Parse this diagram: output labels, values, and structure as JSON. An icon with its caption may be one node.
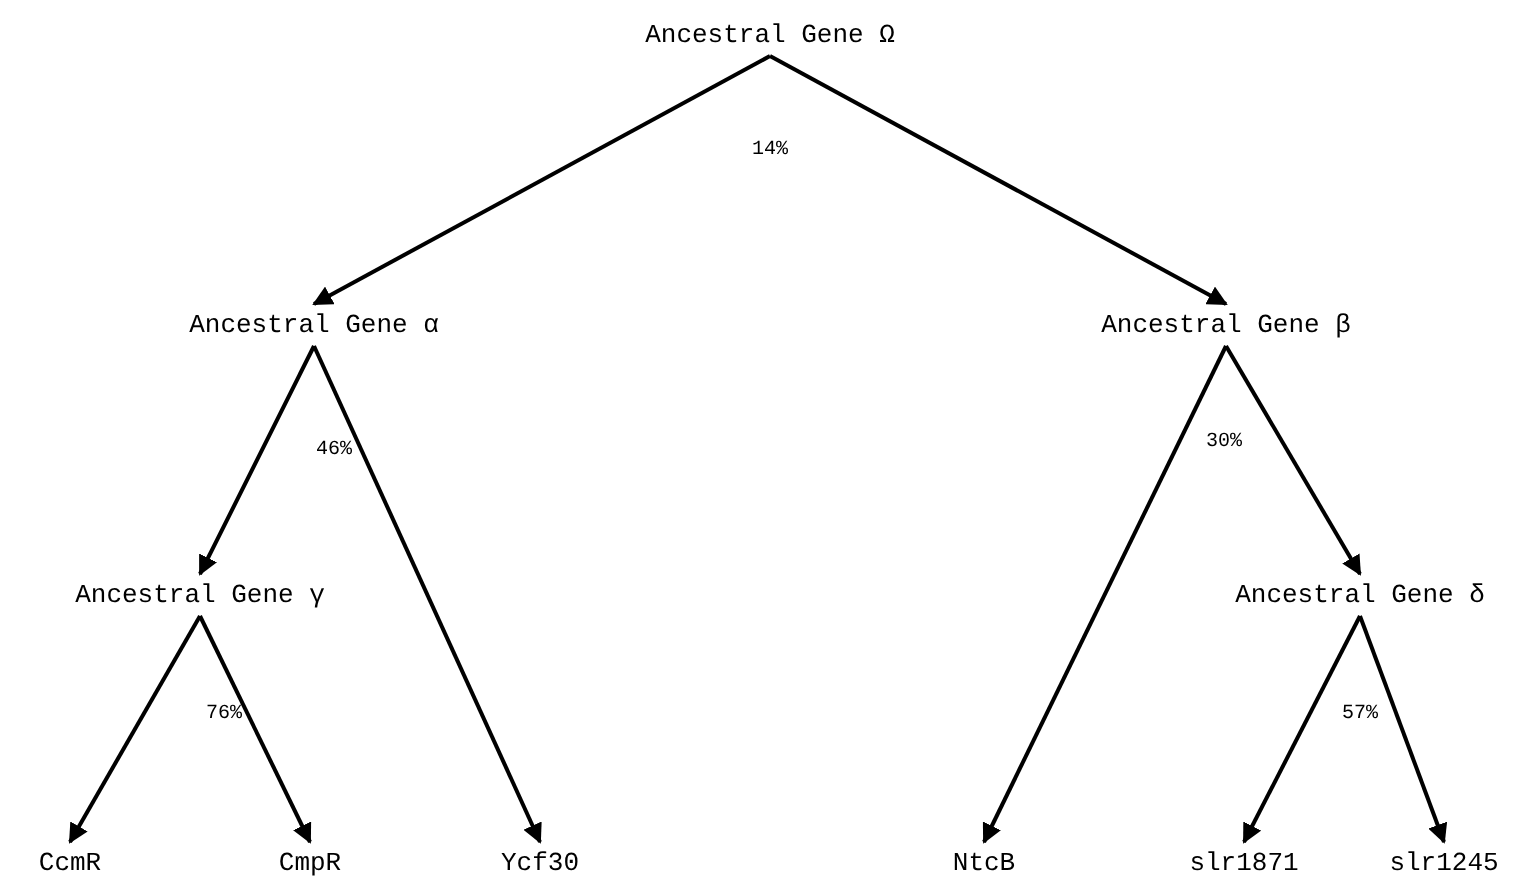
{
  "diagram": {
    "nodes": [
      {
        "text": [
          "Ancestral Gene Ω"
        ]
      },
      {
        "text": [
          "Ancestral Gene α"
        ]
      },
      {
        "text": [
          "Ancestral Gene β"
        ]
      },
      {
        "text": [
          "Ancestral Gene γ"
        ]
      },
      {
        "text": [
          "Ancestral Gene δ"
        ]
      },
      {
        "text": [
          "CcmR"
        ]
      },
      {
        "text": [
          "CmpR"
        ]
      },
      {
        "text": [
          "Ycf30"
        ]
      },
      {
        "text": [
          "NtcB"
        ]
      },
      {
        "text": [
          "slr1871"
        ]
      },
      {
        "text": [
          "slr1245"
        ]
      }
    ],
    "edges": [
      {
        "from": 0,
        "to": 1,
        "arrow": "to"
      },
      {
        "from": 0,
        "to": 2,
        "arrow": "to"
      },
      {
        "from": 1,
        "to": 3,
        "arrow": "to"
      },
      {
        "from": 1,
        "to": 7,
        "arrow": "to"
      },
      {
        "from": 2,
        "to": 8,
        "arrow": "to"
      },
      {
        "from": 2,
        "to": 4,
        "arrow": "to"
      },
      {
        "from": 3,
        "to": 5,
        "arrow": "to"
      },
      {
        "from": 3,
        "to": 6,
        "arrow": "to"
      },
      {
        "from": 4,
        "to": 9,
        "arrow": "to"
      },
      {
        "from": 4,
        "to": 10,
        "arrow": "to"
      }
    ],
    "labels": [
      "14%",
      "46%",
      "30%",
      "76%",
      "57%"
    ]
  }
}
